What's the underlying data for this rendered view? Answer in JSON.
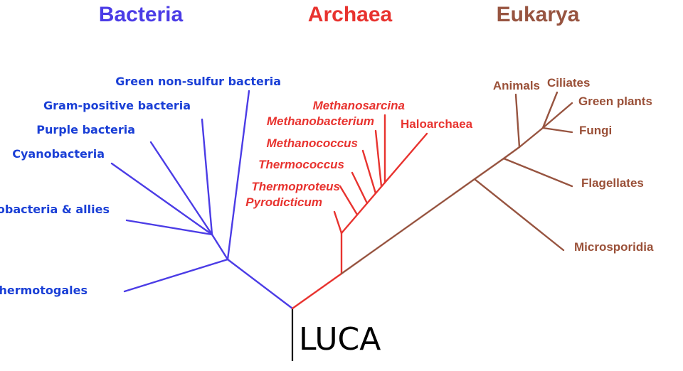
{
  "domains": {
    "bacteria": {
      "label": "Bacteria",
      "color": "#4b3ce6"
    },
    "archaea": {
      "label": "Archaea",
      "color": "#e8332f"
    },
    "eukarya": {
      "label": "Eukarya",
      "color": "#975440"
    }
  },
  "root": {
    "label": "LUCA"
  },
  "bacteria_taxa": {
    "green_non_sulfur": "Green non-sulfur bacteria",
    "gram_positive": "Gram-positive bacteria",
    "purple": "Purple bacteria",
    "cyanobacteria": "Cyanobacteria",
    "flavobacteria": "Flavobacteria & allies",
    "thermotogales": "Thermotogales"
  },
  "archaea_taxa": {
    "methanosarcina": "Methanosarcina",
    "methanobacterium": "Methanobacterium",
    "haloarchaea": "Haloarchaea",
    "methanococcus": "Methanococcus",
    "thermococcus": "Thermococcus",
    "thermoproteus": "Thermoproteus",
    "pyrodicticum": "Pyrodicticum"
  },
  "eukarya_taxa": {
    "animals": "Animals",
    "ciliates": "Ciliates",
    "green_plants": "Green plants",
    "fungi": "Fungi",
    "flagellates": "Flagellates",
    "microsporidia": "Microsporidia"
  }
}
